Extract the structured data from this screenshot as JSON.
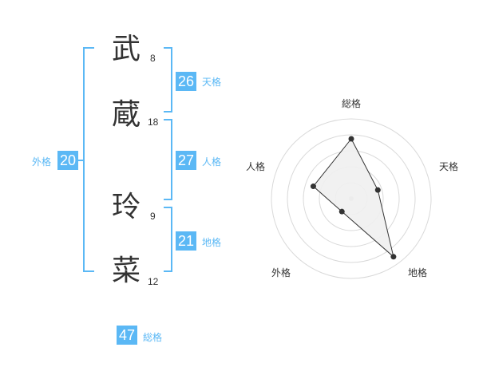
{
  "name": {
    "characters": [
      {
        "char": "武",
        "strokes": "8"
      },
      {
        "char": "蔵",
        "strokes": "18"
      },
      {
        "char": "玲",
        "strokes": "9"
      },
      {
        "char": "菜",
        "strokes": "12"
      }
    ]
  },
  "scores": {
    "tenkaku": {
      "value": "26",
      "label": "天格"
    },
    "jinkaku": {
      "value": "27",
      "label": "人格"
    },
    "chikaku": {
      "value": "21",
      "label": "地格"
    },
    "gaikaku": {
      "value": "20",
      "label": "外格"
    },
    "soukaku": {
      "value": "47",
      "label": "総格"
    }
  },
  "radar": {
    "axes": [
      "総格",
      "天格",
      "地格",
      "外格",
      "人格"
    ],
    "values": [
      0.75,
      0.35,
      0.9,
      0.2,
      0.5
    ],
    "accent": "#5bb8f5",
    "fill": "#f0f0f0",
    "line": "#333333"
  }
}
